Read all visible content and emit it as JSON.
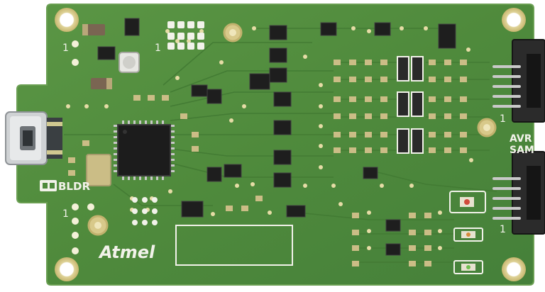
{
  "image": {
    "subject": "Atmel debugger / programmer PCB, top view",
    "colors": {
      "background": "#ffffff",
      "board": "#4f8a3c",
      "board_dark": "#3f7530",
      "board_edge": "#6a9f52",
      "silkscreen": "#f2f2ea",
      "pad_gold": "#d8c98a",
      "chip": "#1c1c1c",
      "chip_edge": "#3a3a3a",
      "connector": "#2b2b2b",
      "pin": "#c9c9c9"
    }
  },
  "silkscreen": {
    "logo": "Atmel",
    "bldr_label": "BLDR",
    "avr_label": "AVR",
    "sam_label": "SAM",
    "pin1_labels": [
      "1",
      "1",
      "1",
      "1",
      "1"
    ]
  },
  "components": {
    "usb_port": "micro-usb-connector",
    "mcu": "qfp-microcontroller",
    "headers": [
      "avr-10pin-header",
      "sam-10pin-header"
    ],
    "leds": 3,
    "mounting_holes": 4
  }
}
